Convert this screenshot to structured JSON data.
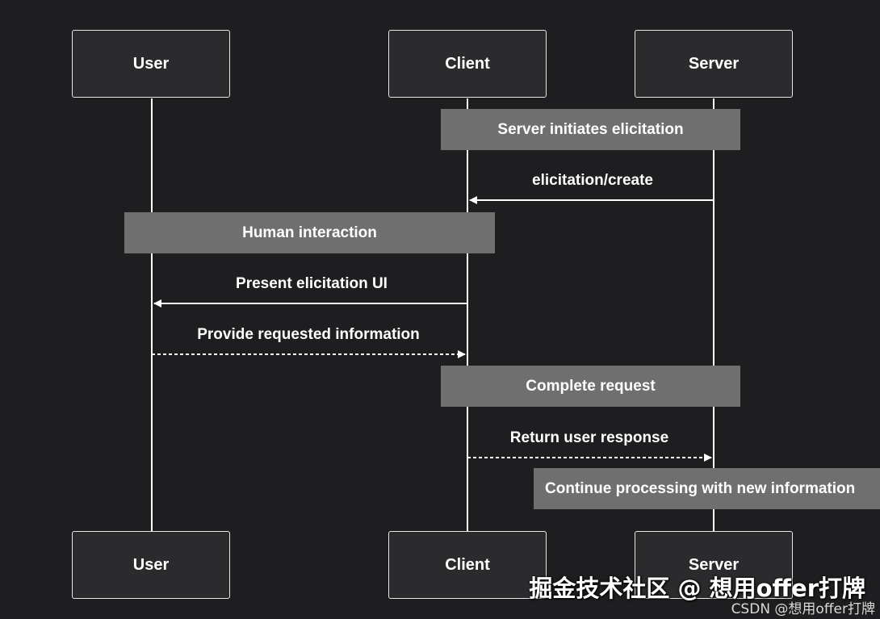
{
  "actors": {
    "user": "User",
    "client": "Client",
    "server": "Server"
  },
  "notes": {
    "server_initiates": "Server initiates elicitation",
    "human_interaction": "Human interaction",
    "complete_request": "Complete request",
    "continue_processing": "Continue processing with new information"
  },
  "messages": {
    "elicitation_create": "elicitation/create",
    "present_ui": "Present elicitation UI",
    "provide_info": "Provide requested information",
    "return_response": "Return user response"
  },
  "watermark": {
    "main": "掘金技术社区 @ 想用offer打牌",
    "sub": "CSDN @想用offer打牌"
  },
  "colors": {
    "background": "#1e1e20",
    "note_fill": "#6e6f6e",
    "line": "#ffffff"
  }
}
